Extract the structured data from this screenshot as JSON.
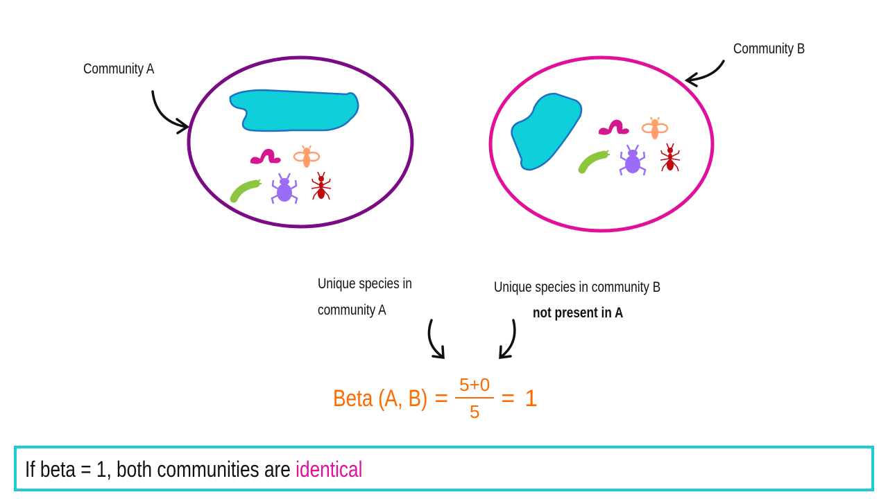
{
  "labels": {
    "community_a": "Community A",
    "community_b": "Community B",
    "unique_a_line1": "Unique species in",
    "unique_a_line2": "community A",
    "unique_b_line1": "Unique species in community B",
    "unique_b_line2": "not present in A"
  },
  "equation": {
    "lhs": "Beta (A, B)",
    "eq1": "=",
    "numerator": "5+0",
    "denominator": "5",
    "eq2": "=",
    "result": "1"
  },
  "conclusion": {
    "text": "If beta = 1, both communities are ",
    "highlight": "identical"
  },
  "colors": {
    "community_a": "#7b0a85",
    "community_b": "#e0109a",
    "lake": "#0fcfd9",
    "lake_border": "#1f6fc4",
    "equation": "#ff6a00",
    "box_border": "#1ecbd6",
    "worm": "#d6168f",
    "bee": "#ff9e6b",
    "caterpillar": "#8cc63f",
    "beetle": "#9b6cf5",
    "ant": "#c0080f"
  }
}
